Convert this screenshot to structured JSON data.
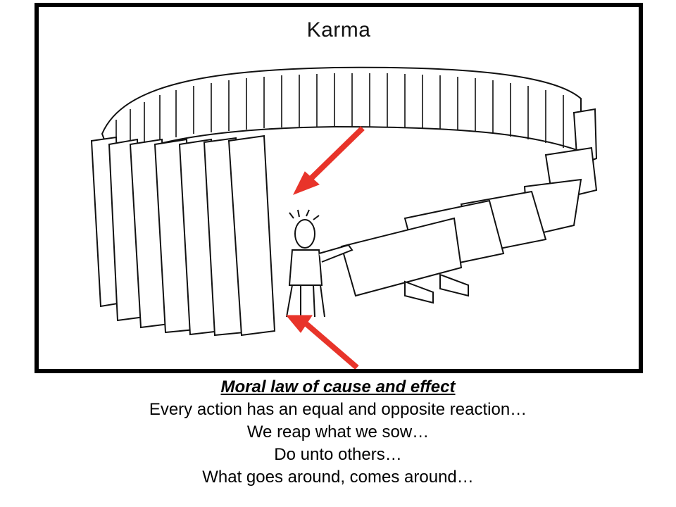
{
  "slide": {
    "cartoon_title": "Karma",
    "caption": {
      "heading": "Moral law of cause and effect",
      "lines": [
        "Every action has an equal and opposite reaction…",
        "We reap what we sow…",
        "Do unto others…",
        "What goes around, comes around…"
      ]
    }
  },
  "colors": {
    "frame": "#000000",
    "arrow": "#e8342a",
    "ink": "#111111"
  },
  "icons": [
    "domino-ring-illustration",
    "red-arrow-icon",
    "seated-man-figure"
  ]
}
